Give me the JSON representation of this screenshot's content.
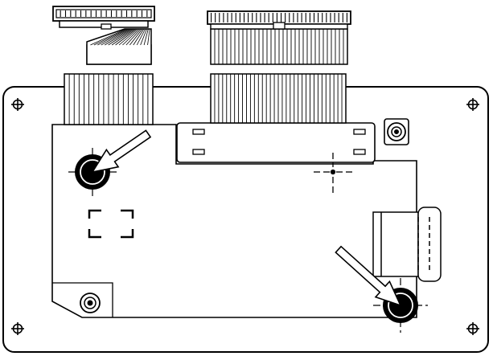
{
  "diagram": {
    "view": "rear",
    "colors": {
      "ink": "#000000",
      "paper": "#ffffff",
      "hole_fill": "#000000"
    },
    "ribbon_cables": [
      {
        "id": "small",
        "conductors": 18
      },
      {
        "id": "large",
        "conductors": 34
      }
    ],
    "components": [
      "mounting-hole-top-left",
      "mounting-hole-bottom-right",
      "removal-arrow-left",
      "removal-arrow-right",
      "standoff-top-right",
      "standoff-bottom-left",
      "connector-slot",
      "side-connector",
      "crosshair-marker",
      "corner-bracket-marker"
    ]
  }
}
